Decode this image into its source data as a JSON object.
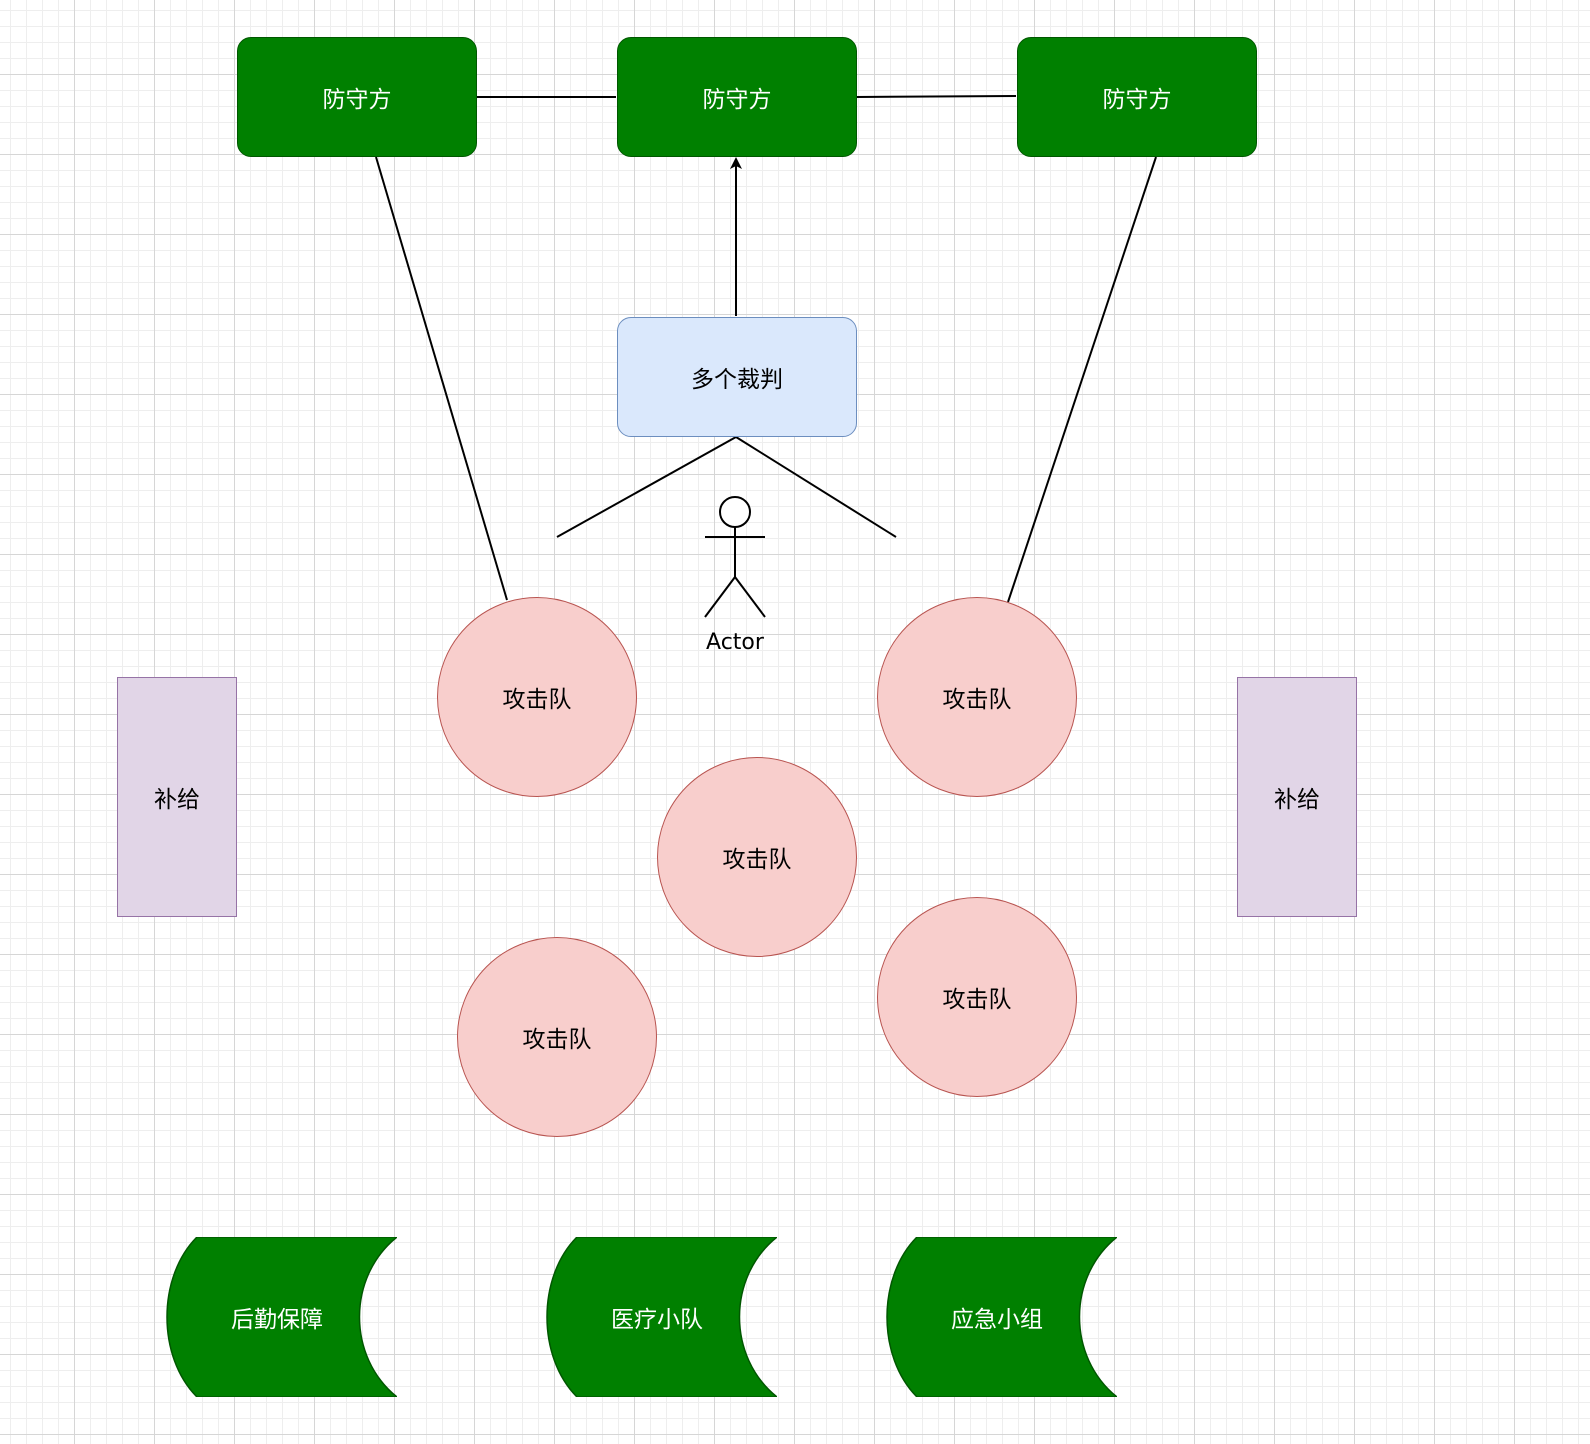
{
  "diagram": {
    "defenders": [
      {
        "label": "防守方"
      },
      {
        "label": "防守方"
      },
      {
        "label": "防守方"
      }
    ],
    "referee": {
      "label": "多个裁判"
    },
    "actor": {
      "label": "Actor"
    },
    "attack_teams": [
      {
        "label": "攻击队"
      },
      {
        "label": "攻击队"
      },
      {
        "label": "攻击队"
      },
      {
        "label": "攻击队"
      },
      {
        "label": "攻击队"
      }
    ],
    "supplies": [
      {
        "label": "补给"
      },
      {
        "label": "补给"
      }
    ],
    "support_units": [
      {
        "label": "后勤保障"
      },
      {
        "label": "医疗小队"
      },
      {
        "label": "应急小组"
      }
    ],
    "colors": {
      "defender_fill": "#008000",
      "referee_fill": "#dae8fc",
      "attack_fill": "#f8cecc",
      "supply_fill": "#e1d5e7",
      "support_fill": "#008000"
    }
  }
}
